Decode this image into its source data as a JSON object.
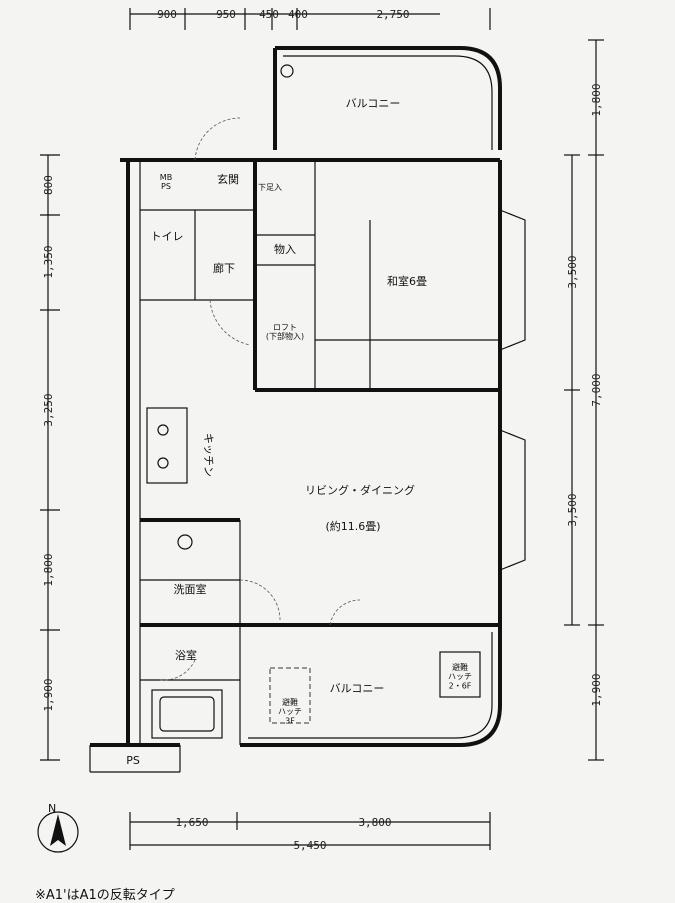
{
  "dimensions": {
    "top": [
      "900",
      "950",
      "450",
      "400",
      "2,750"
    ],
    "left": [
      "800",
      "1,350",
      "3,250",
      "1,800",
      "1,900"
    ],
    "right_inner": [
      "3,500",
      "3,500"
    ],
    "right_outer": [
      "1,800",
      "7,000",
      "1,900"
    ],
    "bottom": [
      "1,650",
      "3,800",
      "5,450"
    ]
  },
  "rooms": {
    "balcony_top": "バルコニー",
    "mb_ps": "MB\nPS",
    "entrance": "玄関",
    "shoe_storage": "下足入",
    "toilet": "トイレ",
    "hallway": "廊下",
    "closet": "物入",
    "loft": "ロフト\n(下部物入)",
    "washitsu": "和室6畳",
    "kitchen": "キッチン",
    "ldk": "リビング・ダイニング",
    "ldk_area": "(約11.6畳)",
    "washroom": "洗面室",
    "bathroom": "浴室",
    "balcony_bottom": "バルコニー",
    "hatch_upper": "避難\nハッチ\n2・6F",
    "hatch_lower": "避難\nハッチ\n3F",
    "ps_bottom": "PS"
  },
  "compass": "N",
  "footnote": "※A1'はA1の反転タイプ"
}
